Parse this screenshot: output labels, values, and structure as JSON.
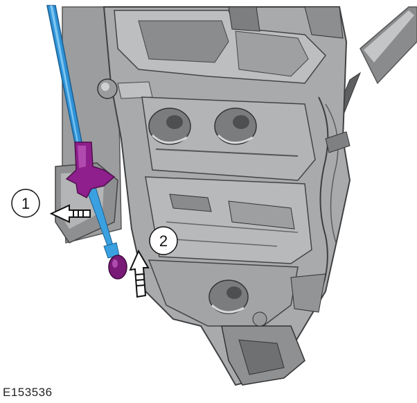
{
  "figure": {
    "id_label": "E153536"
  },
  "callouts": [
    {
      "number": "1"
    },
    {
      "number": "2"
    }
  ],
  "colors": {
    "background": "#ffffff",
    "lock_body": "#a9aaab",
    "lock_shadow": "#6f7072",
    "lock_highlight": "#d2d3d4",
    "cable_sheath": "#2f93d8",
    "cable_highlight": "#7cc4f0",
    "clip": "#8e1f8c",
    "cable_end": "#7a1a78",
    "arrow_fill": "#ffffff",
    "arrow_stroke": "#111111"
  }
}
